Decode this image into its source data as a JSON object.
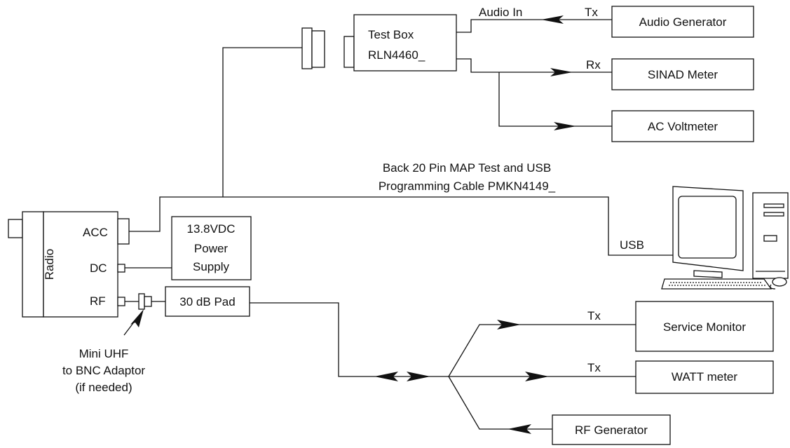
{
  "labels": {
    "test_box_line1": "Test Box",
    "test_box_line2": "RLN4460_",
    "audio_in": "Audio  In",
    "tx_audio": "Tx",
    "audio_generator": "Audio Generator",
    "rx": "Rx",
    "sinad_meter": "SINAD Meter",
    "ac_voltmeter": "AC Voltmeter",
    "cable_line1": "Back 20 Pin MAP Test and USB",
    "cable_line2": "Programming Cable PMKN4149_",
    "usb": "USB",
    "radio": "Radio",
    "acc": "ACC",
    "dc": "DC",
    "rf": "RF",
    "power_line1": "13.8VDC",
    "power_line2": "Power",
    "power_line3": "Supply",
    "pad": "30 dB Pad",
    "adaptor_line1": "Mini UHF",
    "adaptor_line2": "to BNC Adaptor",
    "adaptor_line3": "(if needed)",
    "tx_service": "Tx",
    "service_monitor": "Service Monitor",
    "tx_watt": "Tx",
    "watt_meter": "WATT meter",
    "rf_generator": "RF Generator"
  }
}
